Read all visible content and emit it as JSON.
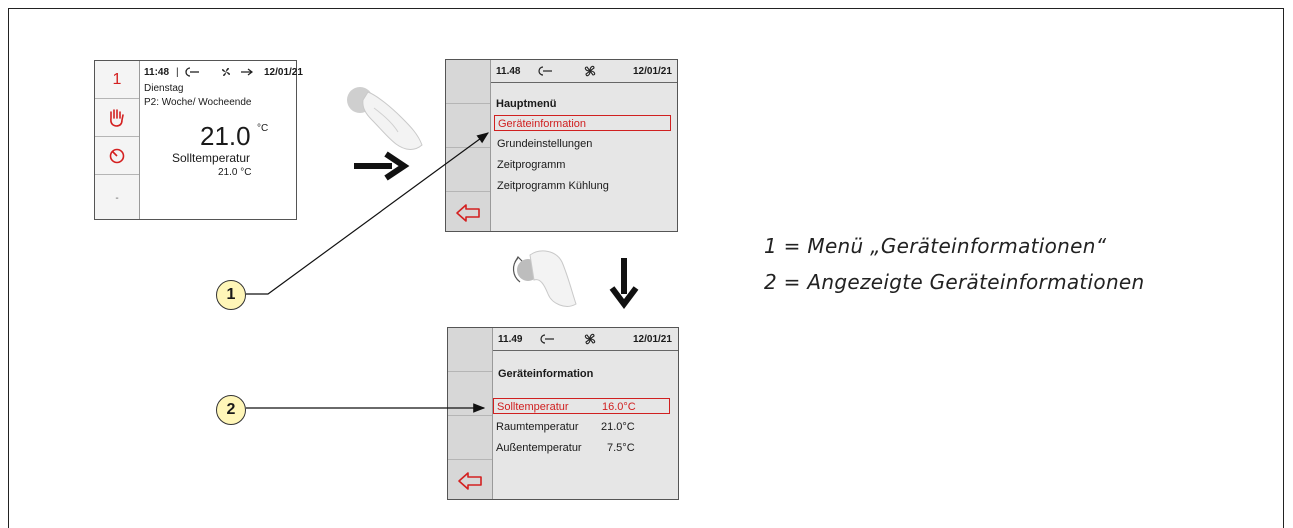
{
  "legend": {
    "line1": "1 = Menü „Geräteinformationen“",
    "line2": "2 = Angezeigte Geräteinformationen"
  },
  "callouts": {
    "c1": "1",
    "c2": "2"
  },
  "screen_home": {
    "time": "11:48",
    "separator": "|",
    "date": "12/01/21",
    "sidebar_number": "1",
    "day": "Dienstag",
    "program": "P2: Woche/ Wocheende",
    "temperature": "21.0",
    "unit": "°C",
    "label": "Solltemperatur",
    "setpoint": "21.0 °C",
    "dash": "-"
  },
  "screen_menu": {
    "time": "11.48",
    "date": "12/01/21",
    "title": "Hauptmenü",
    "items": [
      "Geräteinformation",
      "Grundeinstellungen",
      "Zeitprogramm",
      "Zeitprogramm Kühlung"
    ]
  },
  "screen_info": {
    "time": "11.49",
    "date": "12/01/21",
    "title": "Geräteinformation",
    "rows": [
      {
        "label": "Solltemperatur",
        "value": "16.0°C"
      },
      {
        "label": "Raumtemperatur",
        "value": "21.0°C"
      },
      {
        "label": "Außentemperatur",
        "value": "7.5°C"
      }
    ]
  },
  "colors": {
    "accent": "#d42020",
    "callout_fill": "#fff6b8"
  }
}
